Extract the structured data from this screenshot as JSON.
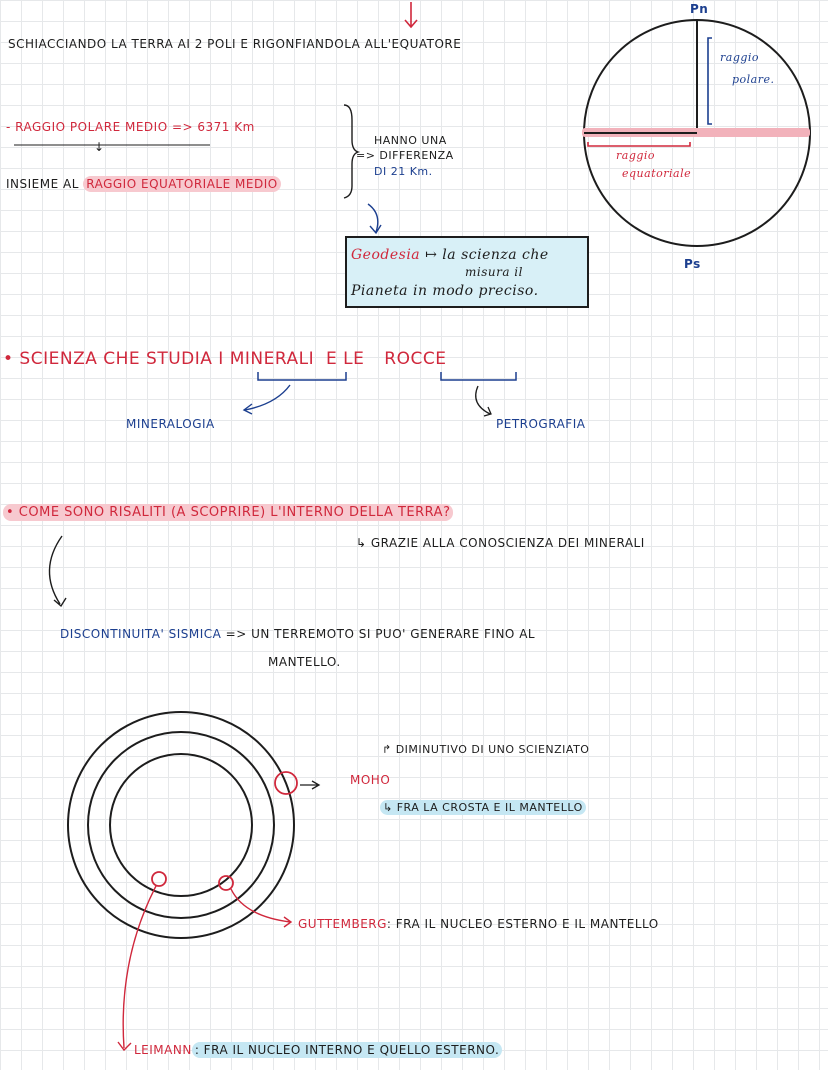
{
  "top": {
    "arrow_glyph": "↓",
    "line1": "SCHIACCIANDO LA TERRA AI 2 POLI E RIGONFIANDOLA ALL'EQUATORE",
    "raggio_polare_medio": "- RAGGIO POLARE MEDIO => 6371 Km",
    "down_arrow": "↓",
    "insieme": "INSIEME AL",
    "raggio_equatoriale_medio": "RAGGIO EQUATORIALE MEDIO",
    "hanno_una": "HANNO UNA",
    "differenza": "=> DIFFERENZA",
    "di_21km": "DI 21 Km.",
    "geodesia_word": "Geodesia",
    "geodesia_def_1": "↦ la scienza che",
    "geodesia_def_2": "misura il",
    "geodesia_def_3": "Pianeta in modo preciso."
  },
  "earth_diagram": {
    "pn": "Pn",
    "ps": "Ps",
    "raggio_polare": [
      "raggio",
      "polare."
    ],
    "raggio_equatoriale": [
      "raggio",
      "equatoriale"
    ],
    "colors": {
      "polar": "#1c3f8f",
      "equatorial": "#d0283c"
    }
  },
  "scienza": {
    "title": "• SCIENZA CHE STUDIA I MINERALI E LE ROCCE",
    "prefix": "• SCIENZA CHE STUDIA I",
    "minerali": "MINERALI",
    "e_le": "E LE",
    "rocce": "ROCCE",
    "mineralogia": "MINERALOGIA",
    "petrografia": "PETROGRAFIA"
  },
  "interno": {
    "question": "• COME SONO RISALITI (A SCOPRIRE) L'INTERNO DELLA TERRA?",
    "answer": "↳ GRAZIE ALLA CONOSCIENZA DEI MINERALI",
    "discontinuita_label": "DISCONTINUITA' SISMICA",
    "discontinuita_text": "=> UN TERREMOTO SI PUO' GENERARE FINO AL",
    "mantello": "MANTELLO."
  },
  "layers": {
    "diminutivo": "↱ DIMINUTIVO DI UNO SCIENZIATO",
    "moho": "MOHO",
    "moho_arrow": "->",
    "moho_desc": "↳ FRA LA CROSTA E IL MANTELLO",
    "gutenberg": "GUTTEMBERG",
    "gutenberg_desc": ": FRA IL NUCLEO ESTERNO E IL MANTELLO",
    "lehmann": "LEIMANN",
    "lehmann_desc": ": FRA IL NUCLEO INTERNO E QUELLO ESTERNO."
  }
}
